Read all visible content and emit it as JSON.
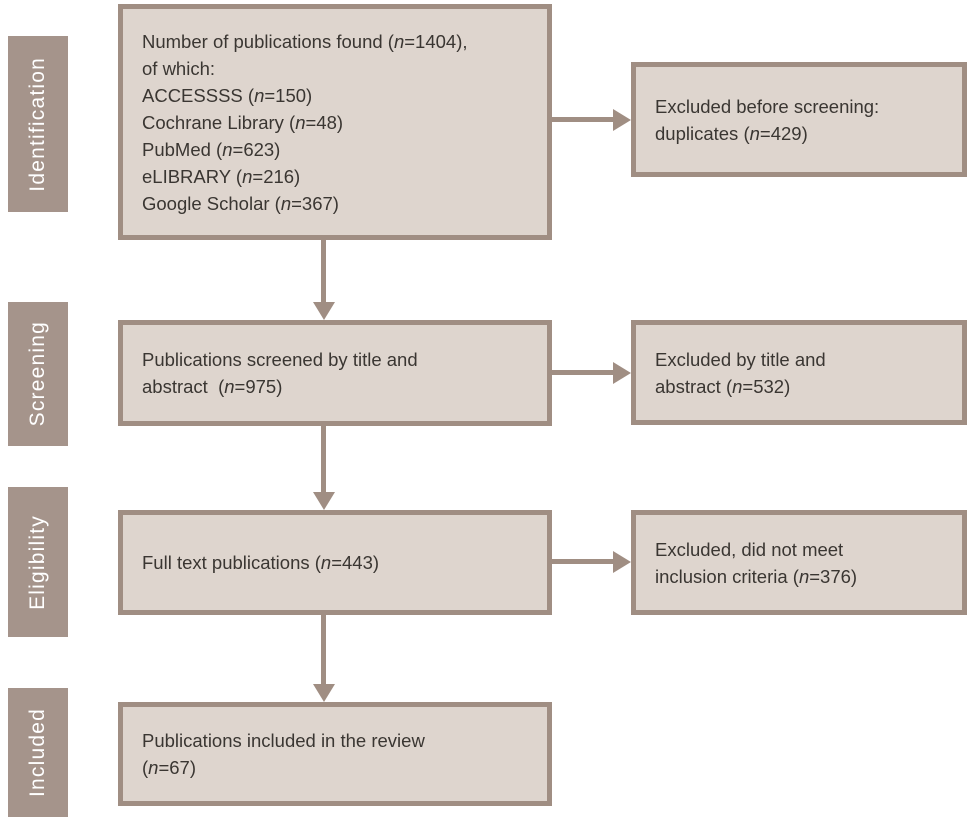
{
  "colors": {
    "background": "#ffffff",
    "sidebar-bg": "#a5948b",
    "sidebar-text": "#ffffff",
    "box-fill": "#ded5ce",
    "box-border": "#a08e83",
    "arrow": "#a08e83",
    "text": "#3a3632"
  },
  "sidebar": {
    "labels": [
      {
        "label": "Identification"
      },
      {
        "label": "Screening"
      },
      {
        "label": "Eligibility"
      },
      {
        "label": "Included"
      }
    ]
  },
  "flow": {
    "identification_box": {
      "lines": [
        "Number of publications found (*n*=1404),",
        "of which:",
        "ACCESSSS (*n*=150)",
        "Cochrane Library (*n*=48)",
        "PubMed (*n*=623)",
        "eLIBRARY (*n*=216)",
        "Google Scholar (*n*=367)"
      ]
    },
    "excluded_duplicates_box": {
      "lines": [
        "Excluded before screening:",
        "duplicates (*n*=429)"
      ]
    },
    "screening_box": {
      "lines": [
        "Publications screened by title and",
        "abstract  (*n*=975)"
      ]
    },
    "excluded_title_abstract_box": {
      "lines": [
        "Excluded by title and",
        "abstract (*n*=532)"
      ]
    },
    "full_text_box": {
      "lines": [
        "Full text publications (*n*=443)"
      ]
    },
    "excluded_criteria_box": {
      "lines": [
        "Excluded, did not meet",
        "inclusion criteria (*n*=376)"
      ]
    },
    "included_box": {
      "lines": [
        "Publications included in the review",
        "(*n*=67)"
      ]
    }
  }
}
